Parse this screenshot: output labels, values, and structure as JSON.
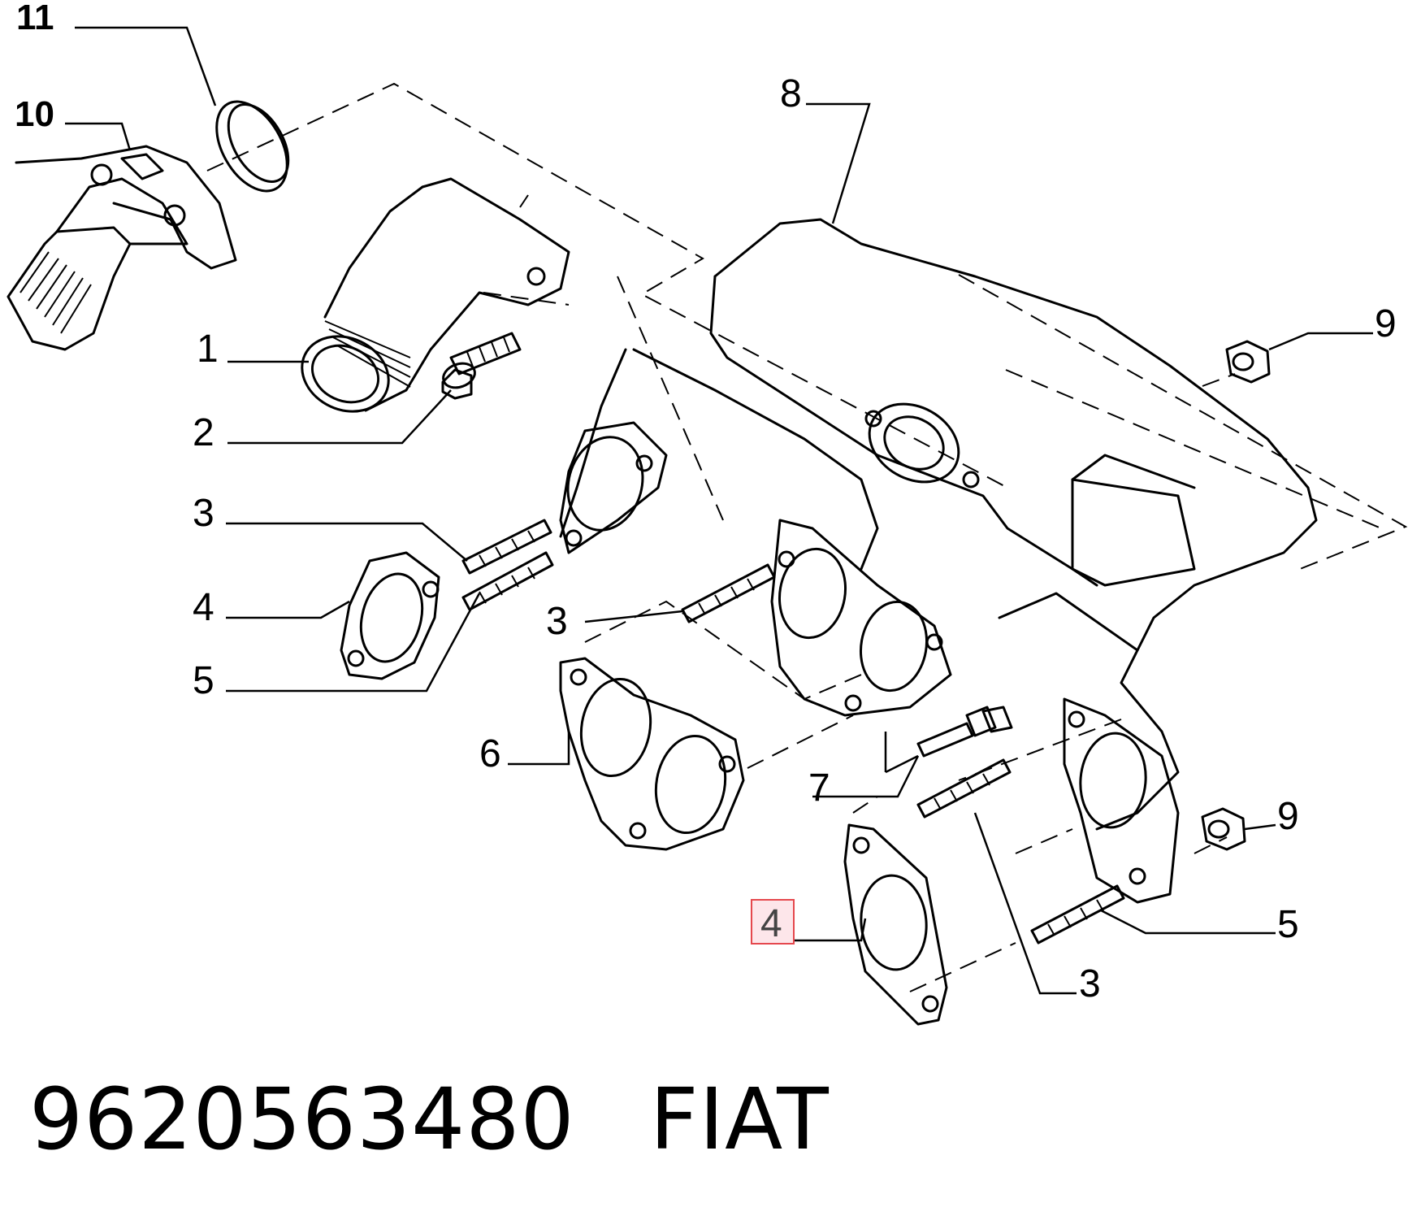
{
  "callouts": {
    "c1": "1",
    "c2": "2",
    "c3a": "3",
    "c3b": "3",
    "c3c": "3",
    "c4a": "4",
    "c4b": "4",
    "c5a": "5",
    "c5b": "5",
    "c6": "6",
    "c7": "7",
    "c8": "8",
    "c9a": "9",
    "c9b": "9",
    "c10": "10",
    "c11": "11"
  },
  "caption": {
    "part_number": "9620563480",
    "brand": "FIAT"
  },
  "highlight_color": "#e5484d"
}
